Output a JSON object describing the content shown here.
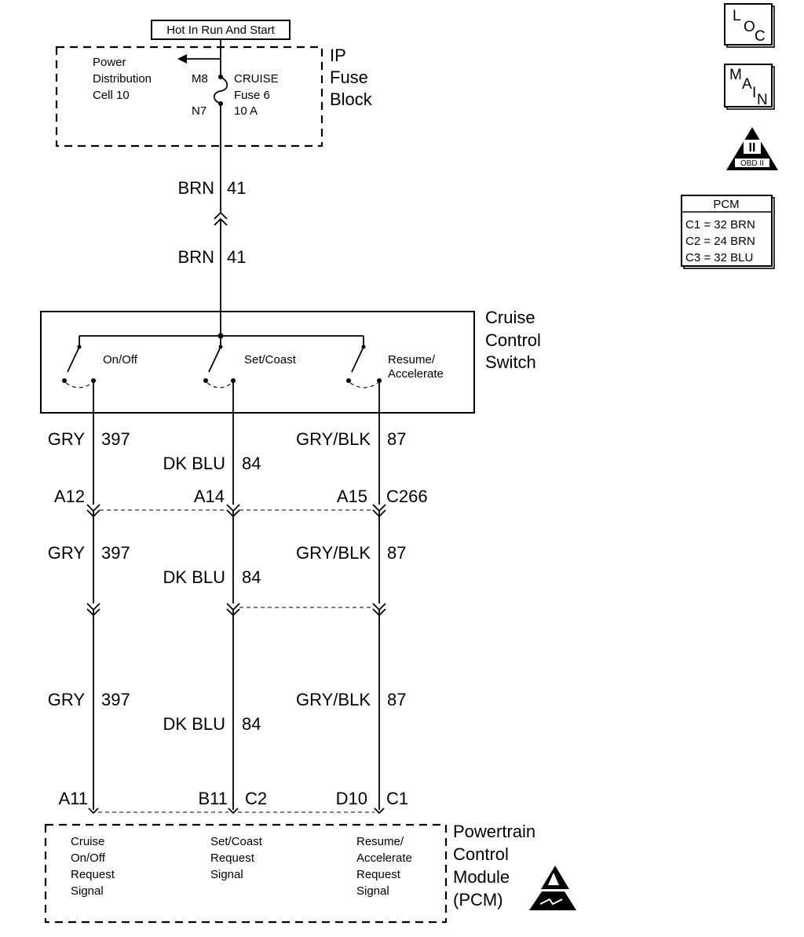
{
  "power": {
    "label": "Hot In Run And Start"
  },
  "ip_fuse_block": {
    "title": [
      "IP",
      "Fuse",
      "Block"
    ],
    "distribution": [
      "Power",
      "Distribution",
      "Cell 10"
    ],
    "pin_in": "M8",
    "pin_out": "N7",
    "fuse": [
      "CRUISE",
      "Fuse 6",
      "10 A"
    ]
  },
  "wires": {
    "feed_top": {
      "color": "BRN",
      "circuit": "41"
    },
    "feed_bottom": {
      "color": "BRN",
      "circuit": "41"
    },
    "on_off": {
      "color": "GRY",
      "circuit": "397"
    },
    "set_coast": {
      "color": "DK BLU",
      "circuit": "84"
    },
    "resume": {
      "color": "GRY/BLK",
      "circuit": "87"
    }
  },
  "cruise_switch": {
    "title": [
      "Cruise",
      "Control",
      "Switch"
    ],
    "on_off": [
      "On/Off"
    ],
    "set_coast": [
      "Set/Coast"
    ],
    "resume": [
      "Resume/",
      "Accelerate"
    ]
  },
  "connector_c266": {
    "name": "C266",
    "pins": [
      "A12",
      "A14",
      "A15"
    ]
  },
  "pcm_connectors": {
    "pin_a": "A11",
    "pin_b": "B11",
    "conn_b": "C2",
    "pin_c": "D10",
    "conn_c": "C1"
  },
  "pcm": {
    "title": [
      "Powertrain",
      "Control",
      "Module",
      "(PCM)"
    ],
    "input_1": [
      "Cruise",
      "On/Off",
      "Request",
      "Signal"
    ],
    "input_2": [
      "Set/Coast",
      "Request",
      "Signal"
    ],
    "input_3": [
      "Resume/",
      "Accelerate",
      "Request",
      "Signal"
    ]
  },
  "icons": {
    "loc": {
      "letters": [
        "L",
        "O",
        "C"
      ]
    },
    "main": {
      "letters": [
        "M",
        "A",
        "I",
        "N"
      ]
    },
    "obd": {
      "numeral": "II",
      "caption": "OBD II"
    }
  },
  "pcm_legend": {
    "title": "PCM",
    "rows": [
      "C1 = 32 BRN",
      "C2 = 24 BRN",
      "C3 = 32 BLU"
    ]
  }
}
